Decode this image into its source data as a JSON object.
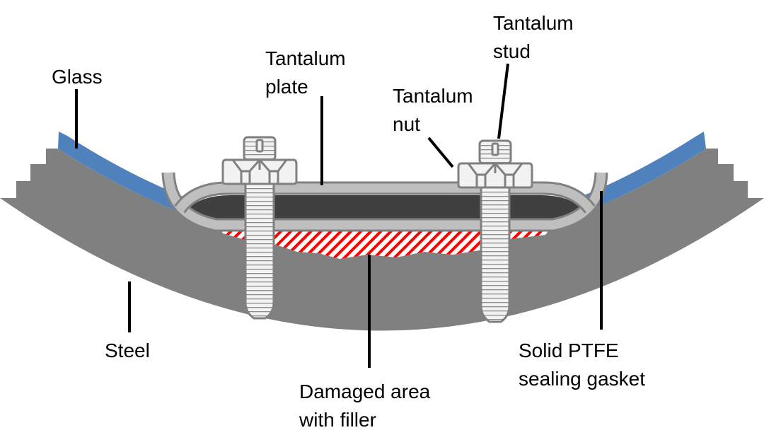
{
  "labels": {
    "glass": "Glass",
    "plate": [
      "Tantalum",
      "plate"
    ],
    "nut": [
      "Tantalum",
      "nut"
    ],
    "stud": [
      "Tantalum",
      "stud"
    ],
    "steel": "Steel",
    "damaged": [
      "Damaged area",
      "with filler"
    ],
    "gasket": [
      "Solid PTFE",
      "sealing gasket"
    ]
  },
  "colors": {
    "steel": "#808080",
    "glass": "#4f81bd",
    "tantalum": "#bfbfbf",
    "gasket": "#404040",
    "filler_hatch": "#ff0000",
    "stud": "#f2f2f2"
  }
}
